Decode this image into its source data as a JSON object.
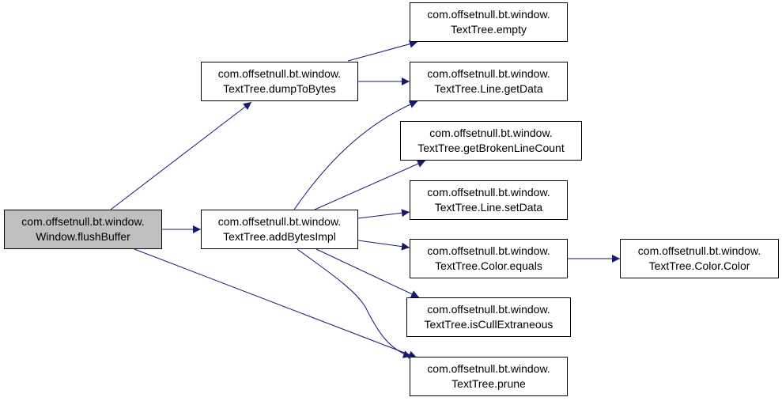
{
  "colors": {
    "edge": "#191970",
    "border": "#000000",
    "root_fill": "#bfbfbf",
    "node_fill": "#ffffff"
  },
  "nodes": {
    "flushBuffer": {
      "line1": "com.offsetnull.bt.window.",
      "line2": "Window.flushBuffer"
    },
    "dumpToBytes": {
      "line1": "com.offsetnull.bt.window.",
      "line2": "TextTree.dumpToBytes"
    },
    "addBytesImpl": {
      "line1": "com.offsetnull.bt.window.",
      "line2": "TextTree.addBytesImpl"
    },
    "empty": {
      "line1": "com.offsetnull.bt.window.",
      "line2": "TextTree.empty"
    },
    "lineGetData": {
      "line1": "com.offsetnull.bt.window.",
      "line2": "TextTree.Line.getData"
    },
    "getBroken": {
      "line1": "com.offsetnull.bt.window.",
      "line2": "TextTree.getBrokenLineCount"
    },
    "lineSetData": {
      "line1": "com.offsetnull.bt.window.",
      "line2": "TextTree.Line.setData"
    },
    "colorEquals": {
      "line1": "com.offsetnull.bt.window.",
      "line2": "TextTree.Color.equals"
    },
    "isCull": {
      "line1": "com.offsetnull.bt.window.",
      "line2": "TextTree.isCullExtraneous"
    },
    "prune": {
      "line1": "com.offsetnull.bt.window.",
      "line2": "TextTree.prune"
    },
    "colorColor": {
      "line1": "com.offsetnull.bt.window.",
      "line2": "TextTree.Color.Color"
    }
  }
}
